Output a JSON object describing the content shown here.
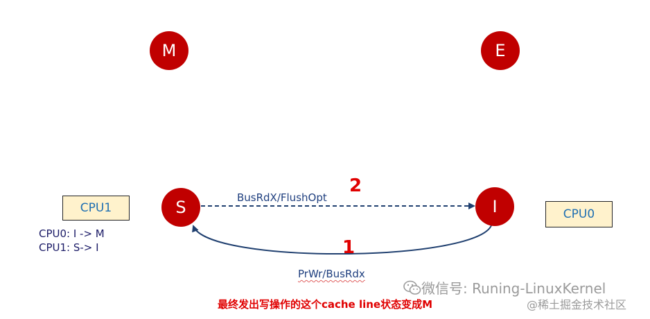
{
  "states": {
    "m": "M",
    "e": "E",
    "s": "S",
    "i": "I"
  },
  "cpu_boxes": {
    "cpu1": "CPU1",
    "cpu0": "CPU0"
  },
  "transitions": {
    "cpu0": "CPU0:  I -> M",
    "cpu1": "CPU1:  S-> I"
  },
  "edges": {
    "top_label": "BusRdX/FlushOpt",
    "bottom_label": "PrWr/BusRdx"
  },
  "steps": {
    "one": "1",
    "two": "2"
  },
  "caption": "最终发出写操作的这个cache line状态变成M",
  "watermark": {
    "wechat": "微信号: Runing-LinuxKernel",
    "site": "@稀土掘金技术社区"
  },
  "colors": {
    "state_fill": "#c00000",
    "box_fill": "#fff2cc",
    "arrow": "#1f3f6f",
    "highlight": "#e00000"
  }
}
